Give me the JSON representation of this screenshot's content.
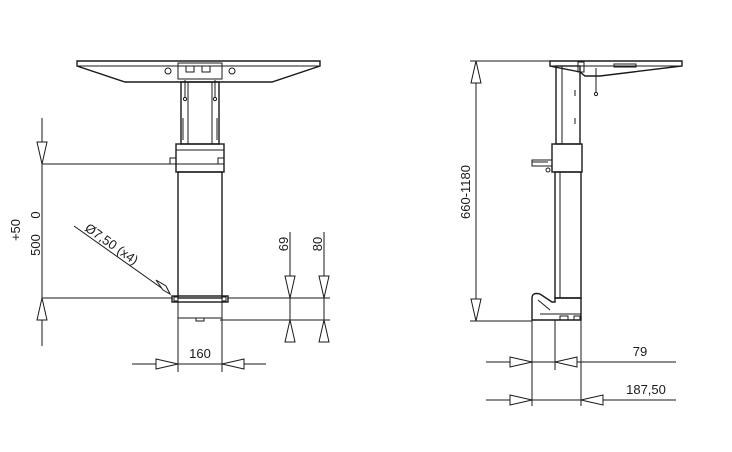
{
  "front_view": {
    "stroke_dim_top": "+50",
    "stroke_dim_zero": "0",
    "stroke_dim_base": "500",
    "hole_callout": "Ø7,50 (x4)",
    "dim_69": "69",
    "dim_80": "80",
    "dim_160": "160"
  },
  "side_view": {
    "height_range": "660-1180",
    "dim_79": "79",
    "dim_187": "187,50"
  },
  "colors": {
    "line": "#1a1a1a",
    "background": "#ffffff"
  }
}
